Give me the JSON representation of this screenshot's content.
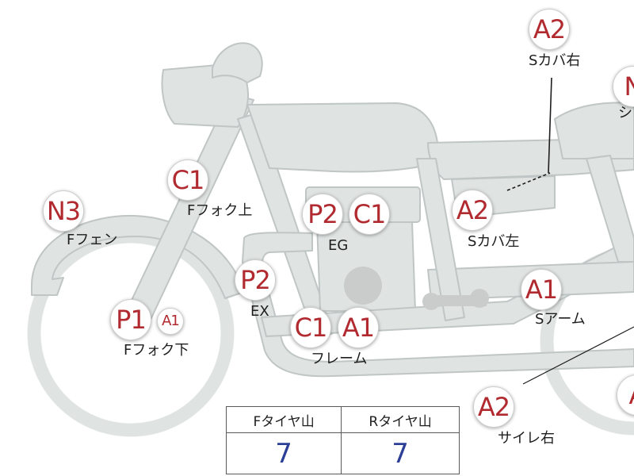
{
  "colors": {
    "body_fill": "#dfe3e2",
    "body_stroke": "#bfc6c5",
    "engine_dot": "#c9cccb",
    "badge_text": "#b02a30",
    "table_value": "#2b3f96"
  },
  "markers": [
    {
      "id": "a2-top",
      "code": "A2"
    },
    {
      "id": "n-top",
      "code": "N"
    },
    {
      "id": "c1-ffork",
      "code": "C1"
    },
    {
      "id": "n3-ffender",
      "code": "N3"
    },
    {
      "id": "p2-eg",
      "code": "P2"
    },
    {
      "id": "c1-eg",
      "code": "C1"
    },
    {
      "id": "a2-scover-left",
      "code": "A2"
    },
    {
      "id": "p2-ex",
      "code": "P2"
    },
    {
      "id": "a1-sarm",
      "code": "A1"
    },
    {
      "id": "p1-ffork-lower",
      "code": "P1"
    },
    {
      "id": "a1-small-ffork",
      "code": "A1"
    },
    {
      "id": "c1-frame",
      "code": "C1"
    },
    {
      "id": "a1-frame",
      "code": "A1"
    },
    {
      "id": "a2-side-right",
      "code": "A2"
    },
    {
      "id": "a-right-edge",
      "code": "A"
    }
  ],
  "labels": {
    "s_cover_right": "Sカバ右",
    "shi_partial": "シ",
    "f_fork_upper": "Fフォク上",
    "f_fender": "Fフェン",
    "eg": "EG",
    "s_cover_left": "Sカバ左",
    "ex": "EX",
    "s_arm": "Sアーム",
    "f_fork_lower": "Fフォク下",
    "frame": "フレーム",
    "side_stand_right": "サイレ右"
  },
  "tread_table": {
    "headers": [
      "Fタイヤ山",
      "Rタイヤ山"
    ],
    "values": [
      "7",
      "7"
    ]
  }
}
